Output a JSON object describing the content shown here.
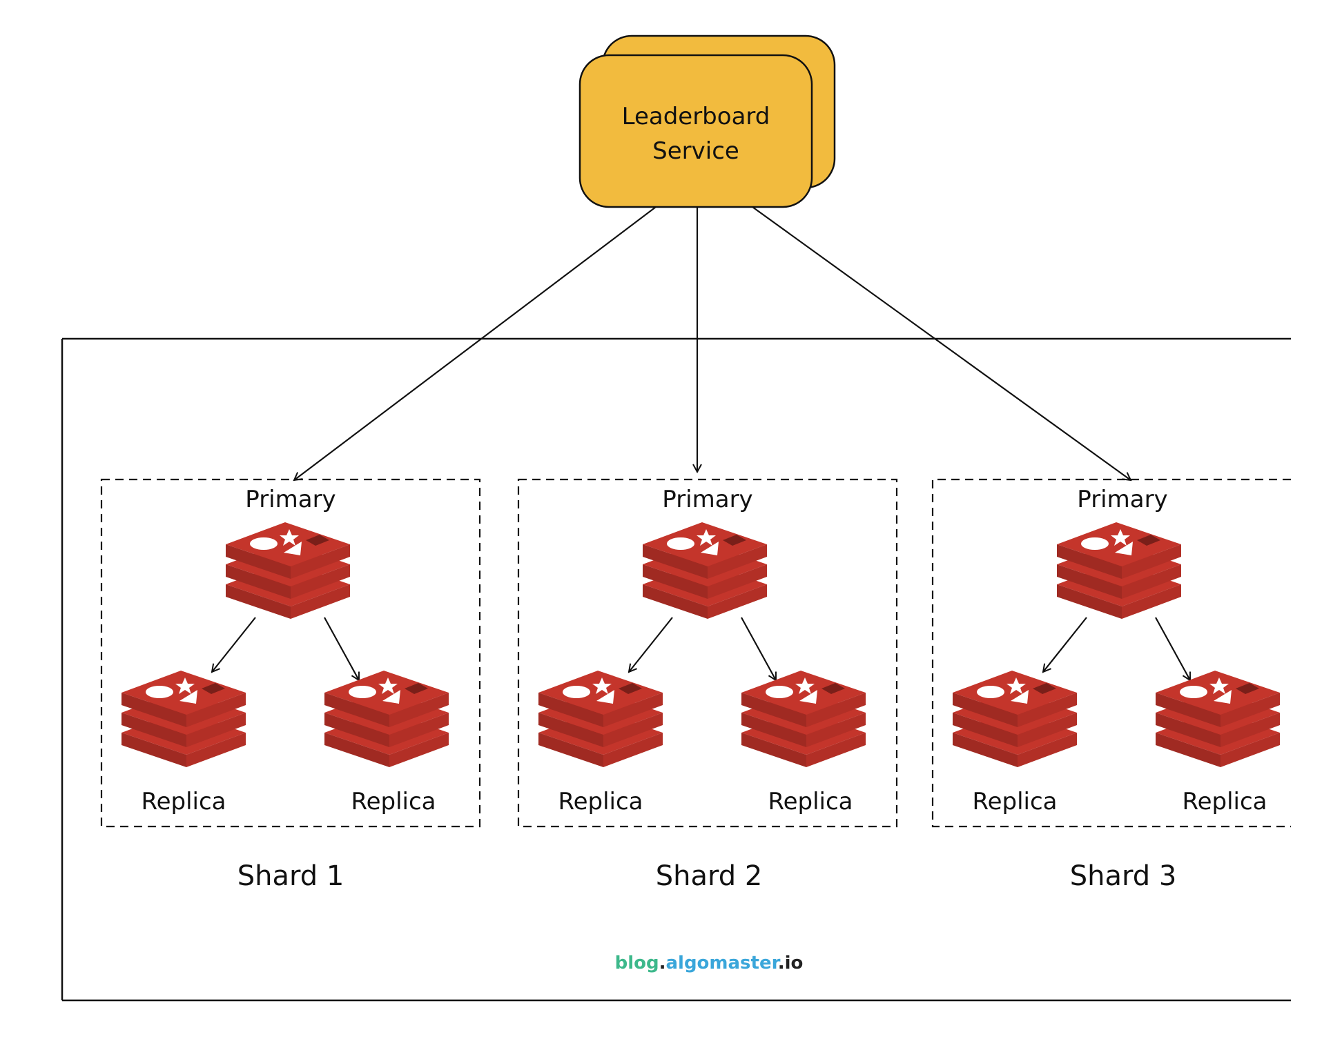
{
  "service": {
    "label_line1": "Leaderboard",
    "label_line2": "Service"
  },
  "shards": [
    {
      "name": "Shard 1",
      "primary_label": "Primary",
      "replica_labels": [
        "Replica",
        "Replica"
      ]
    },
    {
      "name": "Shard 2",
      "primary_label": "Primary",
      "replica_labels": [
        "Replica",
        "Replica"
      ]
    },
    {
      "name": "Shard 3",
      "primary_label": "Primary",
      "replica_labels": [
        "Replica",
        "Replica"
      ]
    }
  ],
  "watermark": {
    "part1": "blog",
    "dot1": ".",
    "part2": "algomaster",
    "dot2": ".",
    "part3": "io"
  },
  "colors": {
    "service_fill": "#F2BB3E",
    "redis_red": "#C4352B",
    "redis_dark": "#A02A22",
    "brand_green": "#3DB88B",
    "brand_blue": "#3AA6DA",
    "brand_dark": "#222222"
  },
  "icons": {
    "database": "redis-cube-icon"
  }
}
